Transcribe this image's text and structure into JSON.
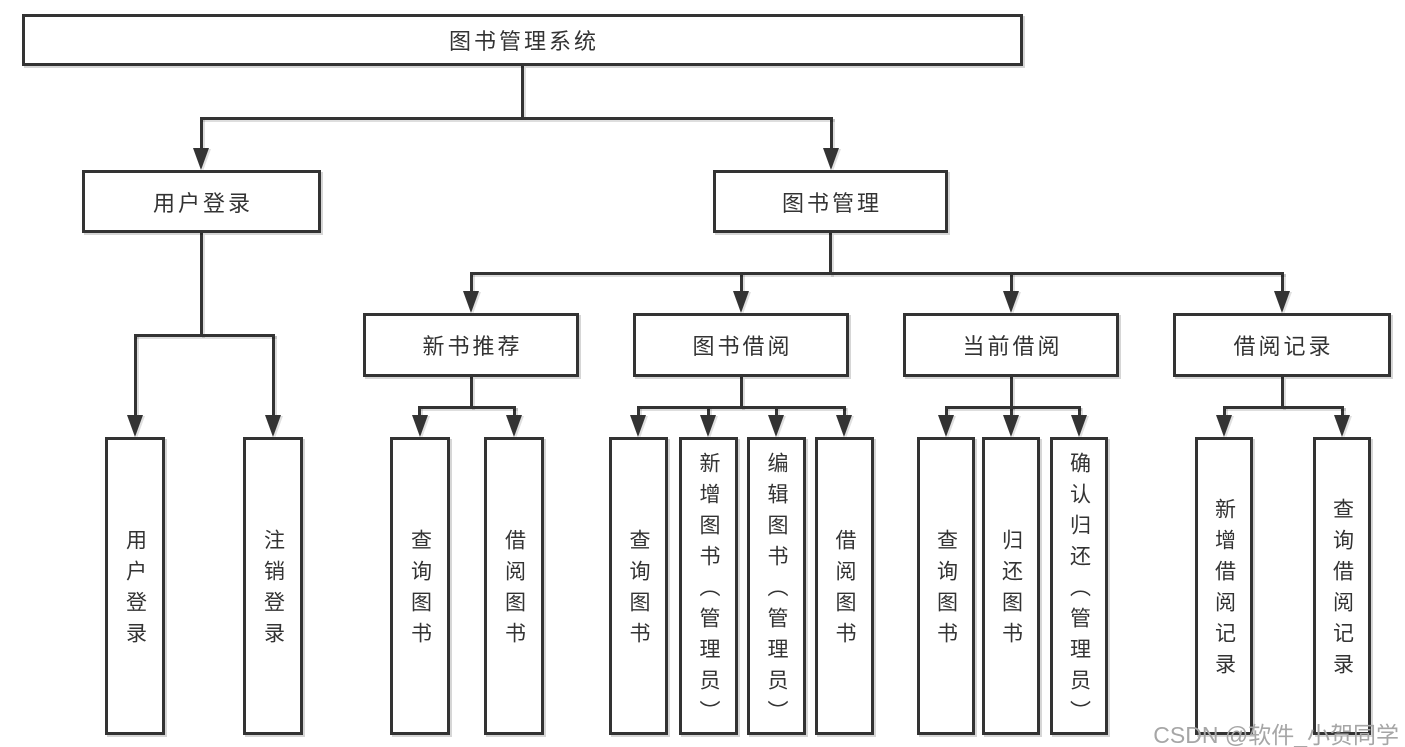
{
  "diagram": {
    "root": {
      "label": "图书管理系统"
    },
    "user_branch": {
      "label": "用户登录",
      "children": [
        {
          "label": "用户登录"
        },
        {
          "label": "注销登录"
        }
      ]
    },
    "book_branch": {
      "label": "图书管理",
      "children": [
        {
          "label": "新书推荐",
          "children": [
            {
              "label": "查询图书"
            },
            {
              "label": "借阅图书"
            }
          ]
        },
        {
          "label": "图书借阅",
          "children": [
            {
              "label": "查询图书"
            },
            {
              "label": "新增图书（管理员）"
            },
            {
              "label": "编辑图书（管理员）"
            },
            {
              "label": "借阅图书"
            }
          ]
        },
        {
          "label": "当前借阅",
          "children": [
            {
              "label": "查询图书"
            },
            {
              "label": "归还图书"
            },
            {
              "label": "确认归还（管理员）"
            }
          ]
        },
        {
          "label": "借阅记录",
          "children": [
            {
              "label": "新增借阅记录"
            },
            {
              "label": "查询借阅记录"
            }
          ]
        }
      ]
    },
    "watermark": "CSDN @软件_小贺同学",
    "colors": {
      "line": "#333333",
      "text": "#333333",
      "watermark": "#a6a6a6",
      "background": "#ffffff"
    }
  }
}
